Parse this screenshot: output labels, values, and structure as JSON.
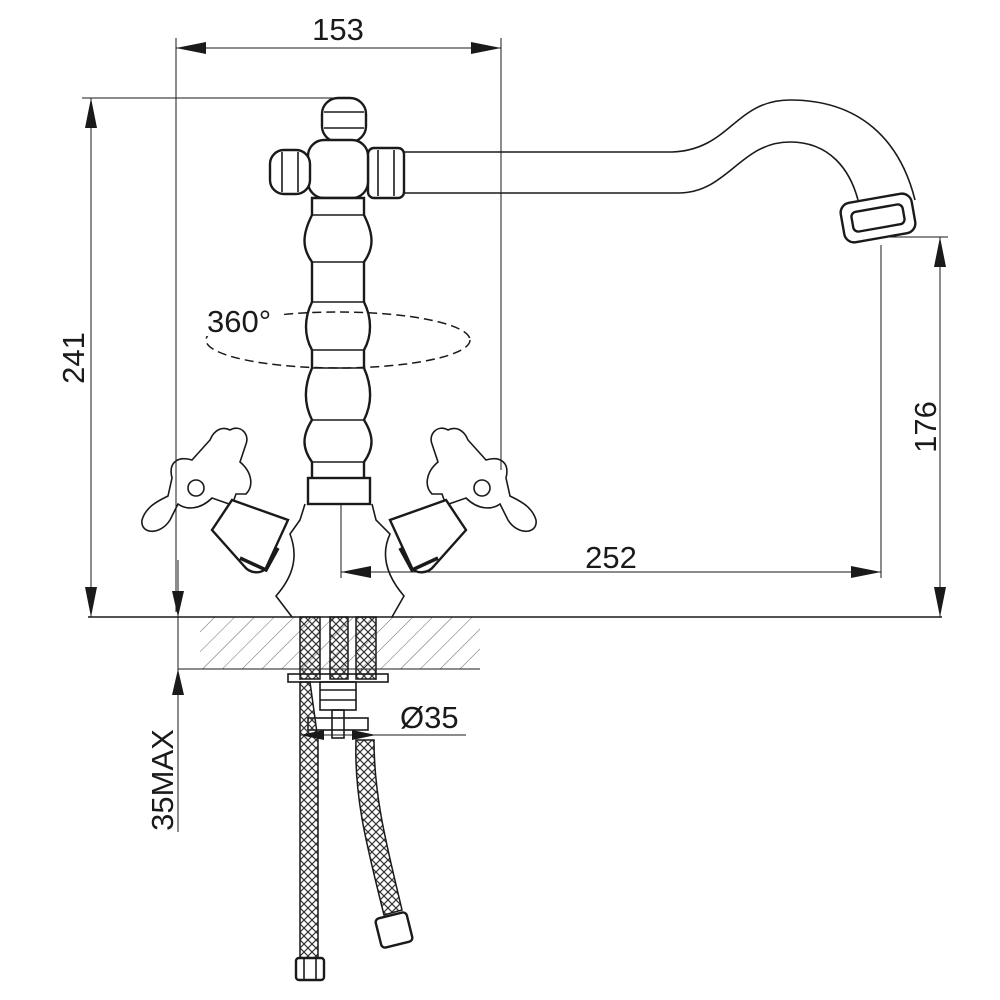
{
  "dimensions": {
    "width_top": "153",
    "height_total": "241",
    "spout_height": "176",
    "spout_reach": "252",
    "rotation": "360°",
    "hole_diameter": "Ø35",
    "max_thickness": "35MAX"
  }
}
